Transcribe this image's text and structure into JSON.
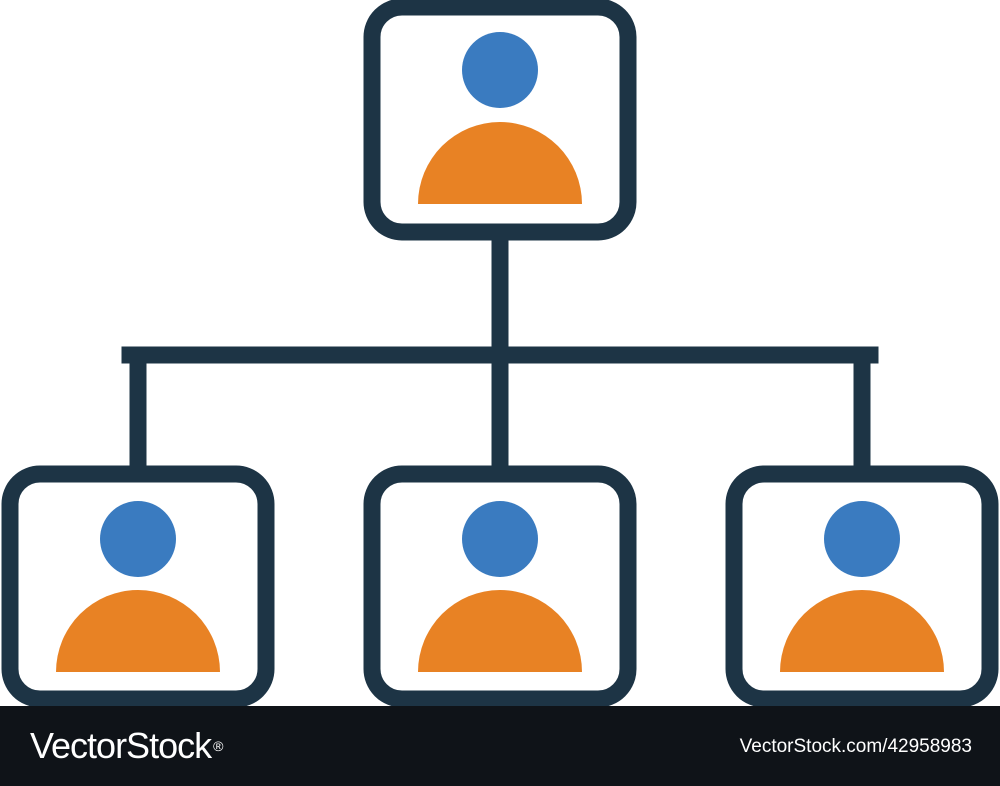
{
  "colors": {
    "outline": "#1d3445",
    "head": "#3a7bc0",
    "body": "#e88224",
    "background": "#ffffff",
    "footer_background": "#0f1318",
    "footer_text": "#ffffff"
  },
  "diagram": {
    "type": "org-chart",
    "nodes": [
      {
        "id": "top",
        "icon": "person-icon",
        "level": 0
      },
      {
        "id": "left",
        "icon": "person-icon",
        "level": 1
      },
      {
        "id": "center",
        "icon": "person-icon",
        "level": 1
      },
      {
        "id": "right",
        "icon": "person-icon",
        "level": 1
      }
    ],
    "edges": [
      {
        "from": "top",
        "to": "left"
      },
      {
        "from": "top",
        "to": "center"
      },
      {
        "from": "top",
        "to": "right"
      }
    ]
  },
  "watermark": {
    "brand": "VectorStock",
    "registered_mark": "®",
    "image_id": "VectorStock.com/42958983"
  }
}
